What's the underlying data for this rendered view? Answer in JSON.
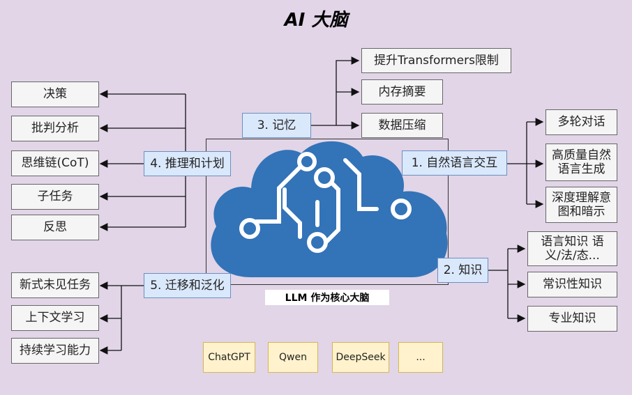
{
  "title": "AI 大脑",
  "caption": "LLM 作为核心大脑",
  "categories": {
    "nlp": "1. 自然语言交互",
    "knowledge": "2. 知识",
    "memory": "3. 记忆",
    "reasoning": "4. 推理和计划",
    "transfer": "5. 迁移和泛化"
  },
  "nlp_items": [
    "多轮对话",
    "高质量自然语言生成",
    "深度理解意图和暗示"
  ],
  "knowledge_items": [
    "语言知识 语义/法/态...",
    "常识性知识",
    "专业知识"
  ],
  "memory_items": [
    "提升Transformers限制",
    "内存摘要",
    "数据压缩"
  ],
  "reasoning_items": [
    "决策",
    "批判分析",
    "思维链(CoT)",
    "子任务",
    "反思"
  ],
  "transfer_items": [
    "新式未见任务",
    "上下文学习",
    "持续学习能力"
  ],
  "models": [
    "ChatGPT",
    "Qwen",
    "DeepSeek",
    "..."
  ],
  "colors": {
    "background": "#e1d5e7",
    "cloud": "#3373b8",
    "category_fill": "#dae8fc",
    "item_fill": "#f5f5f5",
    "model_fill": "#fff2cc"
  },
  "icons": {
    "brain": "cloud-circuit-icon"
  }
}
